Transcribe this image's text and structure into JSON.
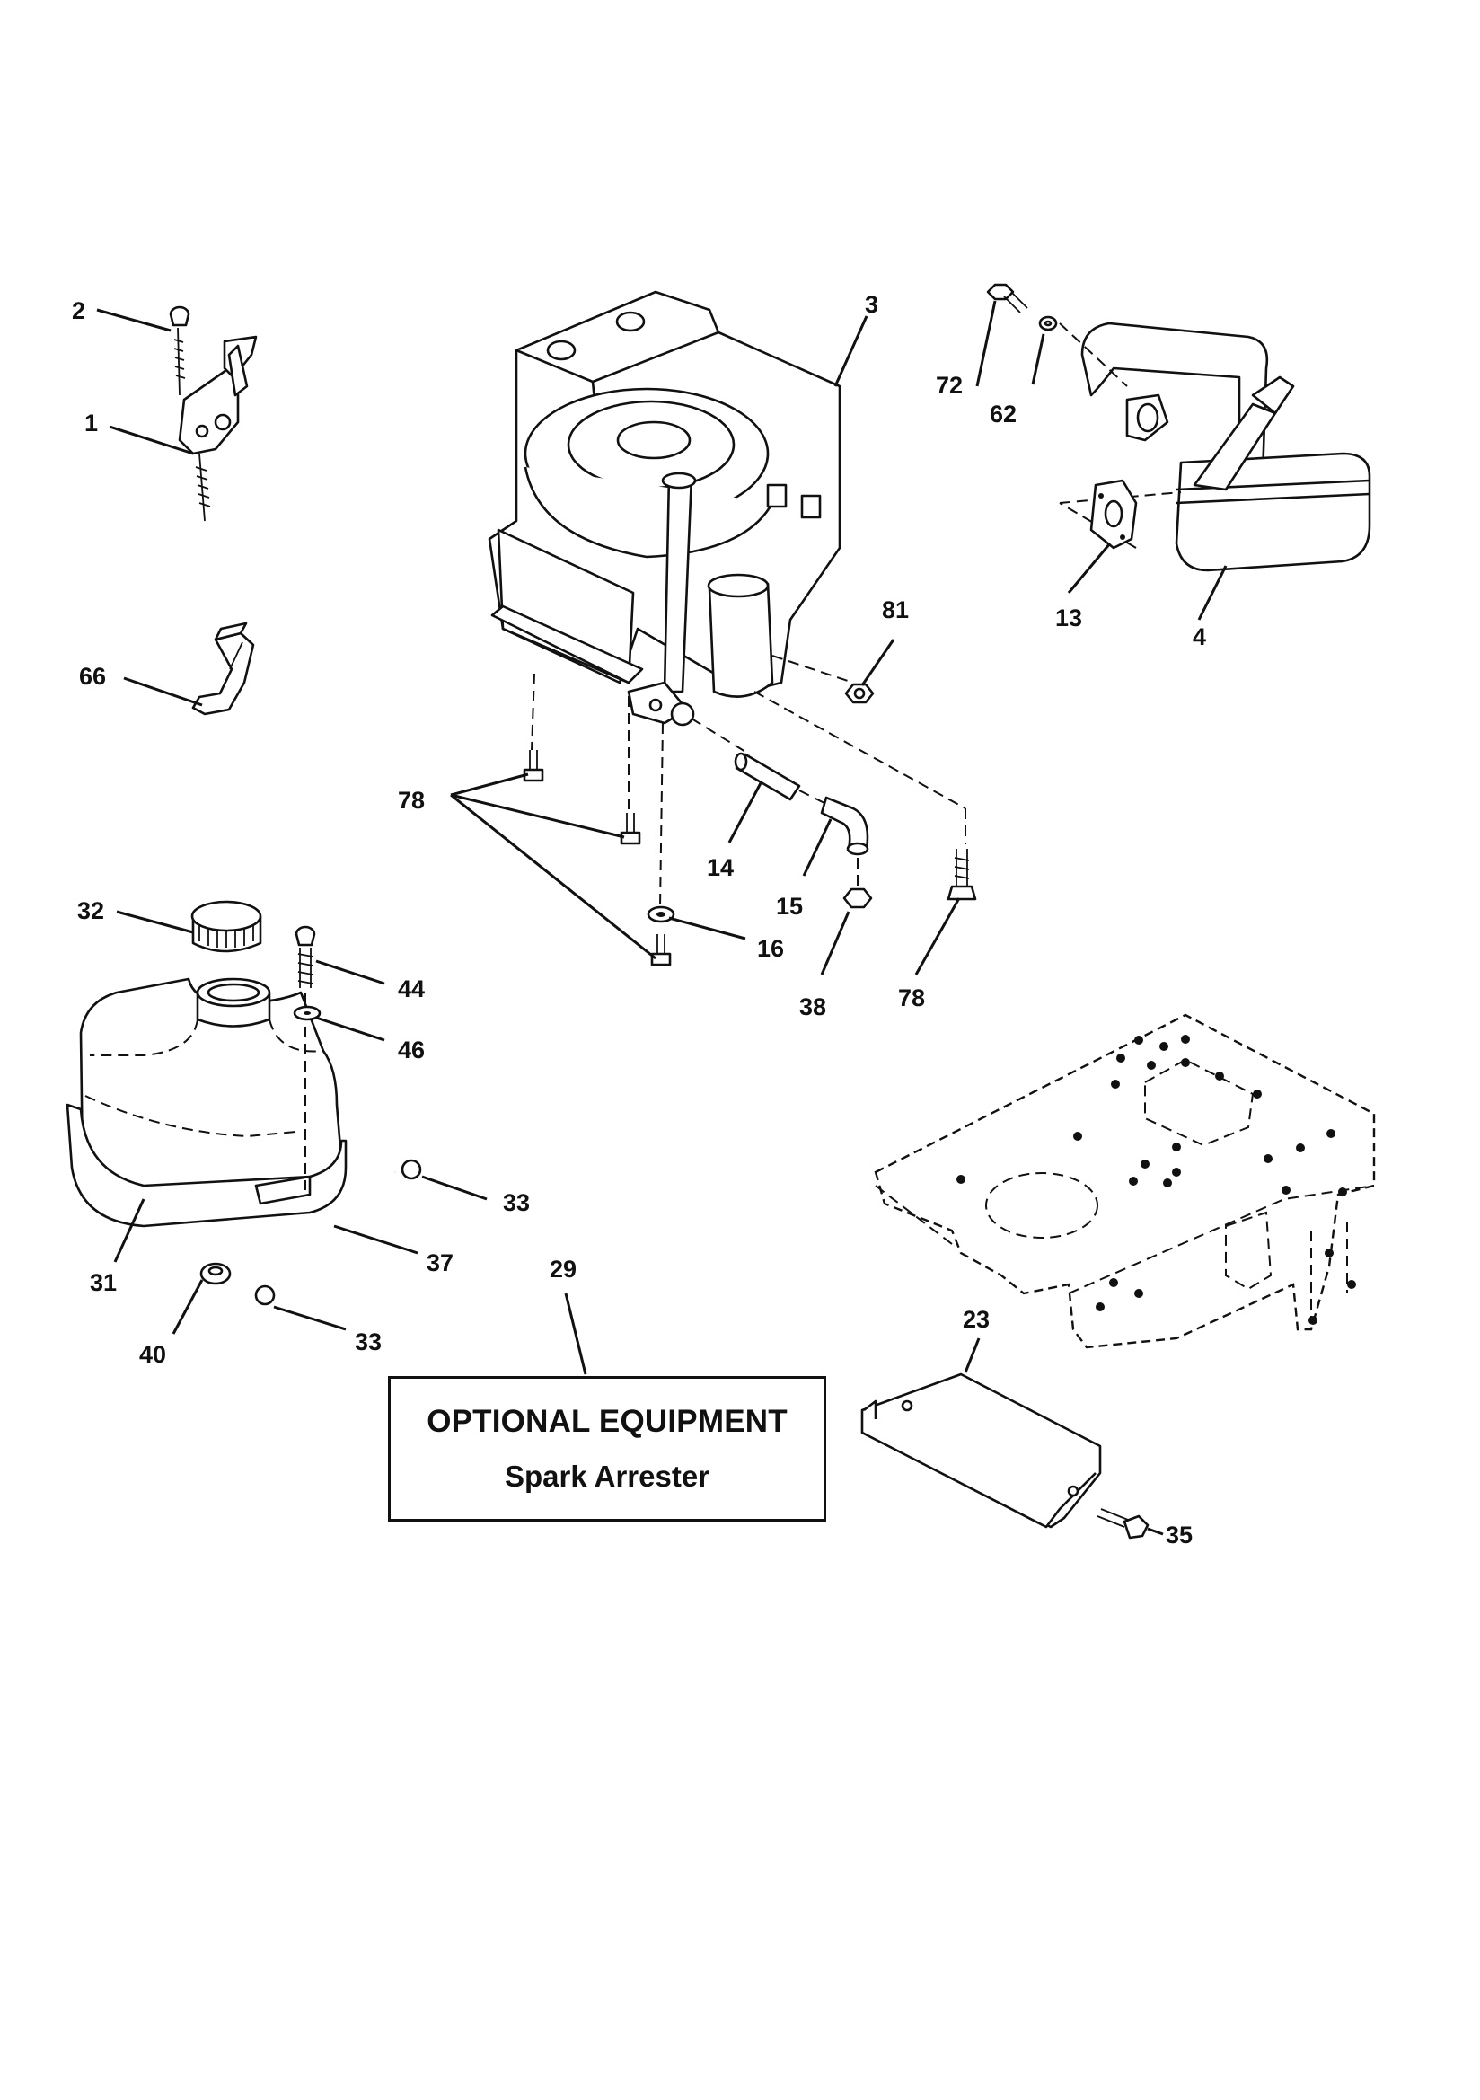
{
  "callout": {
    "title": "OPTIONAL EQUIPMENT",
    "subtitle": "Spark Arrester"
  },
  "labels": {
    "l1": "1",
    "l2": "2",
    "l3": "3",
    "l4": "4",
    "l13": "13",
    "l14": "14",
    "l15": "15",
    "l16": "16",
    "l23": "23",
    "l29": "29",
    "l31": "31",
    "l32": "32",
    "l33a": "33",
    "l33b": "33",
    "l35": "35",
    "l37": "37",
    "l38": "38",
    "l40": "40",
    "l44": "44",
    "l46": "46",
    "l62": "62",
    "l66": "66",
    "l72": "72",
    "l78a": "78",
    "l78b": "78",
    "l81": "81"
  }
}
